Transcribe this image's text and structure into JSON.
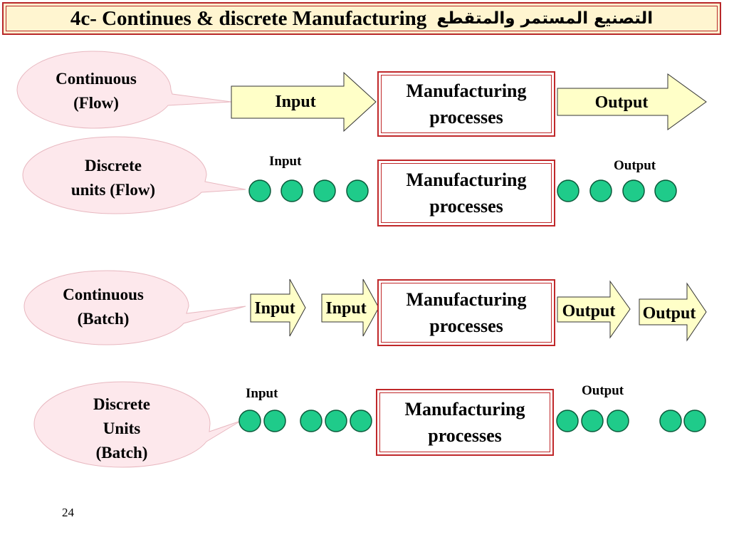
{
  "title": {
    "english": "4c- Continues & discrete Manufacturing",
    "arabic": "التصنيع المستمر والمتقطع"
  },
  "rows": [
    {
      "callout": [
        "Continuous",
        "(Flow)"
      ],
      "process": [
        "Manufacturing",
        "processes"
      ],
      "input_label": "Input",
      "output_label": "Output",
      "input_units": 0,
      "output_units": 0
    },
    {
      "callout": [
        "Discrete",
        "units (Flow)"
      ],
      "process": [
        "Manufacturing",
        "processes"
      ],
      "input_label": "Input",
      "output_label": "Output",
      "input_units": 4,
      "output_units": 4
    },
    {
      "callout": [
        "Continuous",
        "(Batch)"
      ],
      "process": [
        "Manufacturing",
        "processes"
      ],
      "input_labels": [
        "Input",
        "Input"
      ],
      "output_labels": [
        "Output",
        "Output"
      ]
    },
    {
      "callout": [
        "Discrete",
        "Units",
        "(Batch)"
      ],
      "process": [
        "Manufacturing",
        "processes"
      ],
      "input_label": "Input",
      "output_label": "Output",
      "input_units": 5,
      "output_units": 5
    }
  ],
  "page_number": "24",
  "colors": {
    "title_fill": "#fff5d0",
    "frame_red": "#c0282a",
    "callout_fill": "#fde8ec",
    "arrow_fill": "#ffffc8",
    "unit_fill": "#1fcb8a",
    "unit_stroke": "#0a5a3a"
  }
}
